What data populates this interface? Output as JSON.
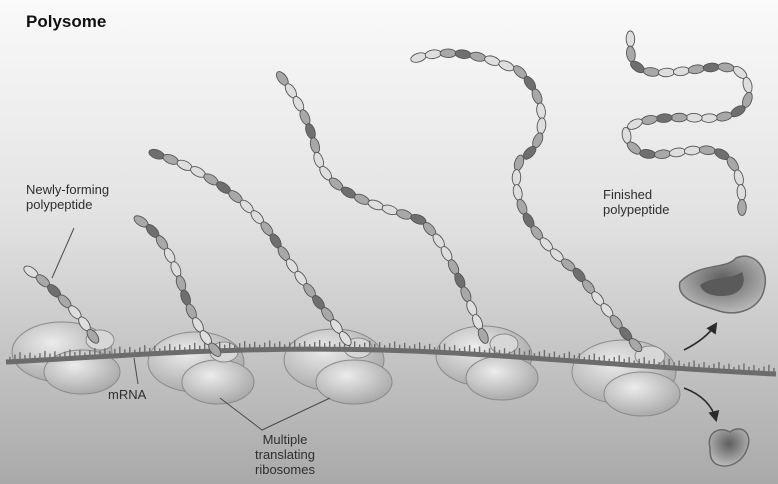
{
  "figure": {
    "title": "Polysome",
    "labels": {
      "newly_forming": "Newly-forming\npolypeptide",
      "finished": "Finished\npolypeptide",
      "mrna": "mRNA",
      "ribosomes": "Multiple\ntranslating\nribosomes"
    }
  },
  "colors": {
    "background_light": "#f4f4f4",
    "background_dark": "#9a9a9a",
    "bead_light": "#dedede",
    "bead_mid": "#a8a8a8",
    "bead_dark": "#6f6f6f",
    "ribosome": "#c2c2c2",
    "mrna": "#6c6c6c"
  }
}
